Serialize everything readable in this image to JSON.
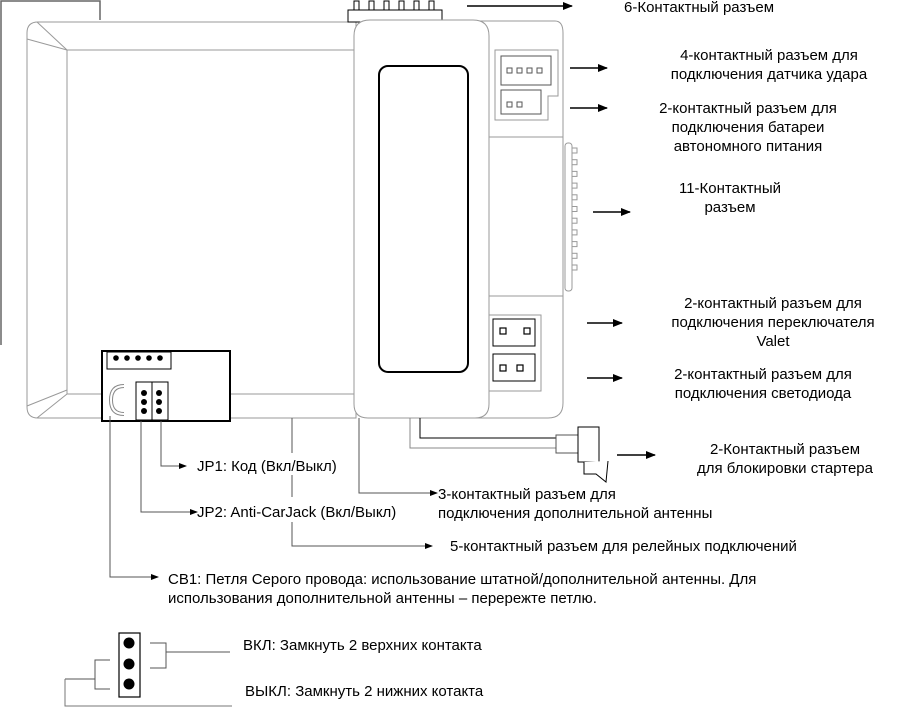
{
  "labels": {
    "six_pin": "6-Контактный разъем",
    "four_pin": [
      "4-контактный разъем для",
      "подключения датчика удара"
    ],
    "two_pin_battery": [
      "2-контактный разъем для",
      "подключения батареи",
      "автономного питания"
    ],
    "eleven_pin": [
      "11-Контактный",
      "разъем"
    ],
    "two_pin_valet": [
      "2-контактный разъем для",
      "подключения переключателя",
      "Valet"
    ],
    "two_pin_led": [
      "2-контактный разъем для",
      "подключения светодиода"
    ],
    "two_pin_starter": [
      "2-Контактный разъем",
      "для блокировки стартера"
    ],
    "jp1": "JP1: Код (Вкл/Выкл)",
    "three_pin_antenna": [
      "3-контактный разъем для",
      "подключения дополнительной антенны"
    ],
    "jp2": "JP2: Anti-CarJack (Вкл/Выкл)",
    "five_pin_relay": "5-контактный разъем для релейных подключений",
    "cb1": [
      "CB1: Петля Серого провода: использование штатной/дополнительной антенны. Для",
      "использования дополнительной антенны – перережте петлю."
    ],
    "jumper_on": "ВКЛ: Замкнуть 2 верхних контакта",
    "jumper_off": "ВЫКЛ: Замкнуть 2 нижних котакта"
  },
  "colors": {
    "outline_gray": "#9a9a9a",
    "line_black": "#000000",
    "background": "#ffffff"
  }
}
